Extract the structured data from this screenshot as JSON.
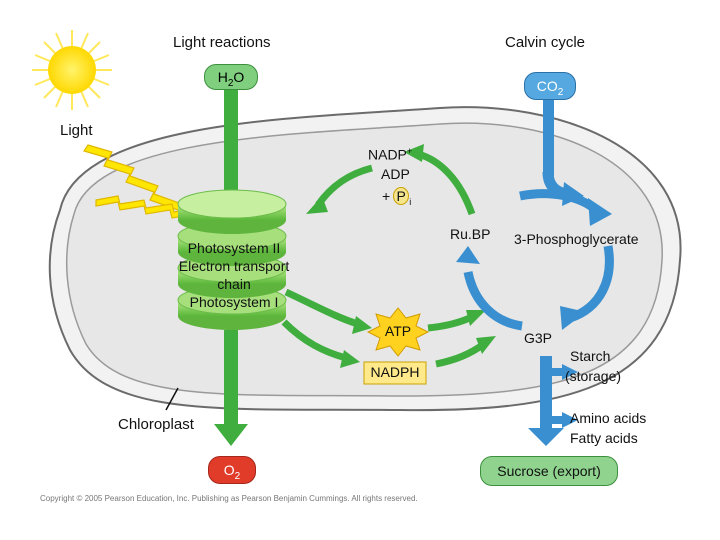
{
  "labels": {
    "light_reactions": "Light reactions",
    "calvin_cycle": "Calvin cycle",
    "light": "Light",
    "photosystem_2": "Photosystem II",
    "electron_transport": "Electron transport",
    "chain": "chain",
    "photosystem_1": "Photosystem I",
    "nadp_main": "NADP",
    "nadp_sup": "+",
    "adp": "ADP",
    "plus": "+",
    "pi_main": "P",
    "pi_sub": "i",
    "rubp": "Ru.BP",
    "phosphoglycerate": "3-Phosphoglycerate",
    "atp": "ATP",
    "nadph": "NADPH",
    "g3p": "G3P",
    "starch": "Starch",
    "storage": "(storage)",
    "amino_acids": "Amino acids",
    "fatty_acids": "Fatty acids",
    "chloroplast": "Chloroplast",
    "sucrose": "Sucrose (export)"
  },
  "molecules": {
    "water_main": "H",
    "water_sub": "2",
    "water_end": "O",
    "co2_main": "CO",
    "co2_sub": "2",
    "o2_main": "O",
    "o2_sub": "2"
  },
  "copyright": "Copyright © 2005 Pearson Education, Inc. Publishing as Pearson Benjamin Cummings. All rights reserved.",
  "colors": {
    "green_arrow": "#3fae3f",
    "blue_arrow": "#3a8fd0",
    "thylakoid": "#8fd16a",
    "stroma": "#e9e9e9",
    "water_pill": "#7fcf7f",
    "co2_pill": "#56a9e0",
    "o2_pill": "#e13b2a",
    "sucrose_pill": "#8fd38f",
    "sun": "#ffe600",
    "atp_star": "#ffd21f"
  }
}
